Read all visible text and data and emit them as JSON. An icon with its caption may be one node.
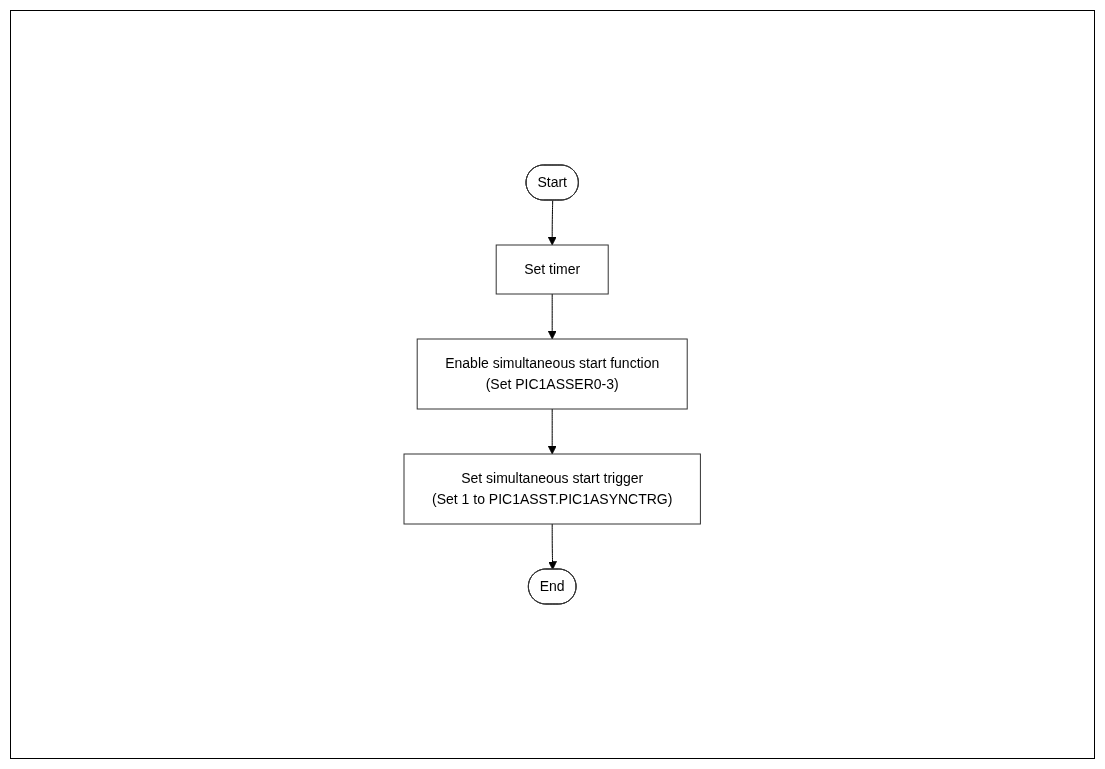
{
  "diagram": {
    "nodes": [
      {
        "text": [
          "Start"
        ]
      },
      {
        "text": [
          "Set timer"
        ]
      },
      {
        "text": [
          "Enable simultaneous start function",
          "(Set PIC1ASSER0-3)"
        ]
      },
      {
        "text": [
          "Set simultaneous start trigger",
          "(Set 1 to PIC1ASST.PIC1ASYNCTRG)"
        ]
      },
      {
        "text": [
          "End"
        ]
      }
    ],
    "edges": [
      {
        "from": 0,
        "to": 1,
        "arrow": "to"
      },
      {
        "from": 1,
        "to": 2,
        "arrow": "to"
      },
      {
        "from": 2,
        "to": 3,
        "arrow": "to"
      },
      {
        "from": 3,
        "to": 4,
        "arrow": "to"
      }
    ]
  }
}
